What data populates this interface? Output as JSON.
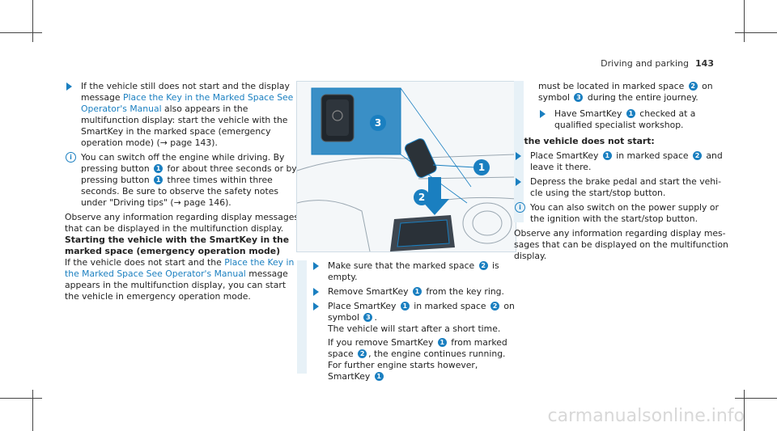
{
  "header": {
    "section": "Driving and parking",
    "page": "143"
  },
  "col1": {
    "step1": {
      "a": "If the vehicle still does not start and the dis­play message ",
      "link": "Place the Key in the Marked Space See Operator's Manual",
      "b": " also appears in the multifunction display: start the vehicle with the SmartKey in the marked space (emergency operation mode) (→ page 143)."
    },
    "info1": {
      "a": "You can switch off the engine while driving. By pressing button ",
      "n1": "1",
      "b": " for about three sec­onds or by pressing button ",
      "n2": "1",
      "c": " three times within three seconds. Be sure to observe the safety notes under \"Driving tips\" (→ page 146)."
    },
    "para": "Observe any information regarding display mes­sages that can be displayed in the multifunction display.",
    "heading": "Starting the vehicle with the SmartKey in the marked space (emergency operation mode)",
    "body": {
      "a": "If the vehicle does not start and the ",
      "link": "Place the Key in the Marked Space See Operator's Manual",
      "b": " message appears in the multifunction display, you can start the vehicle in emergency operation mode."
    }
  },
  "figure": {
    "callouts": [
      "1",
      "2",
      "3"
    ]
  },
  "col2": {
    "s1": {
      "a": "Make sure that the marked space ",
      "n": "2",
      "b": " is empty."
    },
    "s2": {
      "a": "Remove SmartKey ",
      "n": "1",
      "b": " from the key ring."
    },
    "s3": {
      "a": "Place SmartKey ",
      "n1": "1",
      "b": " in marked space ",
      "n2": "2",
      "c": " on symbol ",
      "n3": "3",
      "d": "."
    },
    "s3b": "The vehicle will start after a short time.",
    "s3c": {
      "a": "If you remove SmartKey ",
      "n1": "1",
      "b": " from marked space ",
      "n2": "2",
      "c": ", the engine continues running. For further engine starts however, SmartKey ",
      "n3": "1"
    }
  },
  "col3": {
    "cont": {
      "a": "must be located in marked space ",
      "n1": "2",
      "b": " on sym­bol ",
      "n2": "3",
      "c": " during the entire journey."
    },
    "s1": {
      "a": "Have SmartKey ",
      "n": "1",
      "b": " checked at a qualified specialist workshop."
    },
    "heading": "If the vehicle does not start:",
    "s2": {
      "a": "Place SmartKey ",
      "n1": "1",
      "b": " in marked space ",
      "n2": "2",
      "c": " and leave it there."
    },
    "s3": "Depress the brake pedal and start the vehi­cle using the start/stop button.",
    "info": "You can also switch on the power supply or the ignition with the start/stop button.",
    "para": "Observe any information regarding display mes­sages that can be displayed on the multifunction display."
  },
  "watermark": "carmanualsonline.info"
}
